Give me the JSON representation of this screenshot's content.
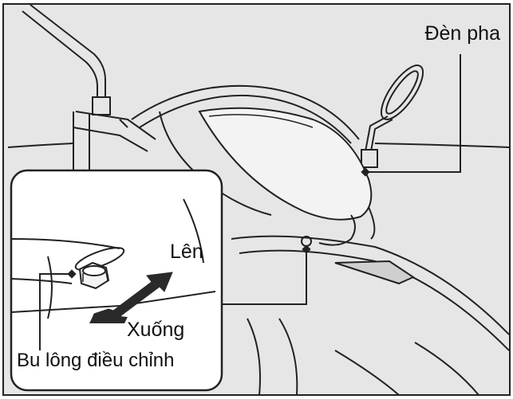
{
  "labels": {
    "headlight": "Đèn pha",
    "up": "Lên",
    "down": "Xuống",
    "adjusting_bolt": "Bu lông điều chỉnh"
  },
  "colors": {
    "line": "#222222",
    "background": "#e6e6e6",
    "panel": "#ffffff",
    "lens": "#f3f3f3",
    "arrow": "#2a2a2a"
  }
}
